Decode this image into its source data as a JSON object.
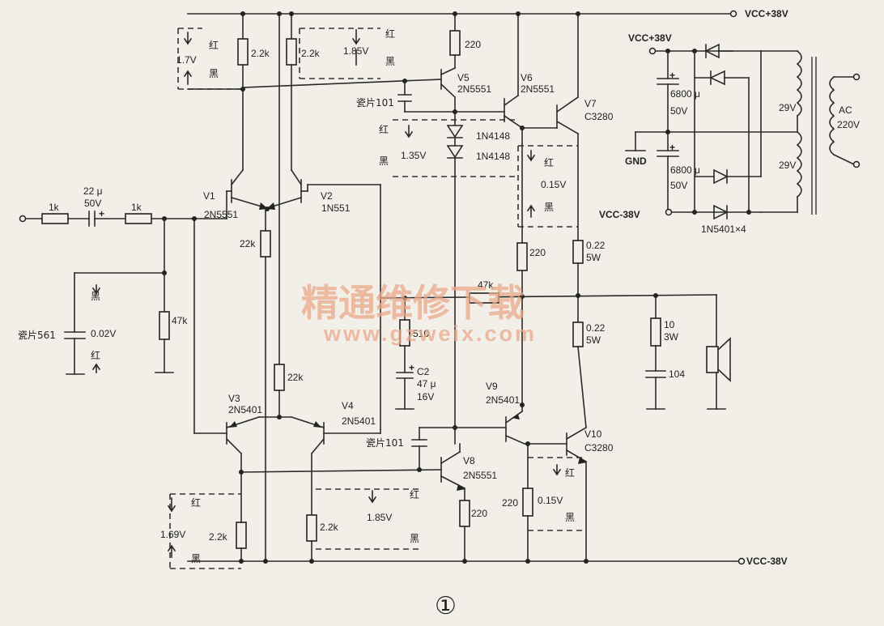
{
  "rails": {
    "vcc_pos": "VCC+38V",
    "vcc_neg": "VCC-38V",
    "psu_pos": "VCC+38V",
    "psu_neg": "VCC-38V",
    "gnd": "GND"
  },
  "input": {
    "r1": "1k",
    "cap": "22 μ",
    "cap_v": "50V",
    "r2": "1k",
    "r_shunt": "47k",
    "cap_shunt": "瓷片561",
    "meas_v": "0.02V"
  },
  "diff_pos": {
    "v1": "V1",
    "v1_type": "2N5551",
    "v2": "V2",
    "v2_type": "1N551",
    "r_tail": "22k",
    "rc1": "2.2k",
    "rc2": "2.2k",
    "meas_v1": "1.7V",
    "meas_v2": "1.85V"
  },
  "diff_neg": {
    "v3": "V3",
    "v3_type": "2N5401",
    "v4": "V4",
    "v4_type": "2N5401",
    "r_tail": "22k",
    "rc1": "2.2k",
    "rc2": "2.2k",
    "meas_v1": "1.69V",
    "meas_v2": "1.85V"
  },
  "vas_pos": {
    "v5": "V5",
    "v5_type": "2N5551",
    "r": "220",
    "cap": "瓷片101",
    "d1": "1N4148",
    "d2": "1N4148",
    "meas_v": "1.35V"
  },
  "vas_neg": {
    "v8": "V8",
    "v8_type": "2N5551",
    "r": "220",
    "cap": "瓷片101"
  },
  "output": {
    "v6": "V6",
    "v6_type": "2N5551",
    "v7": "V7",
    "v7_type": "C3280",
    "v9": "V9",
    "v9_type": "2N5401",
    "v10": "V10",
    "v10_type": "C3280",
    "r_top": "220",
    "r_bot": "220",
    "re_top": "0.22",
    "re_top_w": "5W",
    "re_bot": "0.22",
    "re_bot_w": "5W",
    "meas_top": "0.15V",
    "meas_bot": "0.15V"
  },
  "feedback": {
    "r_fb": "47k",
    "r_gnd": "510",
    "c2": "C2",
    "c2_val": "47 μ",
    "c2_v": "16V"
  },
  "zobel": {
    "r": "10",
    "r_w": "3W",
    "c": "104"
  },
  "psu": {
    "cap1": "6800 μ",
    "cap1_v": "50V",
    "cap2": "6800 μ",
    "cap2_v": "50V",
    "sec1": "29V",
    "sec2": "29V",
    "ac": "AC",
    "ac_v": "220V",
    "diodes": "1N5401×4"
  },
  "probes": {
    "red": "红",
    "black": "黑",
    "plus": "+"
  },
  "watermark": {
    "cn": "精通维修下载",
    "url": "www.gzweix.com"
  },
  "figure_label": "①"
}
